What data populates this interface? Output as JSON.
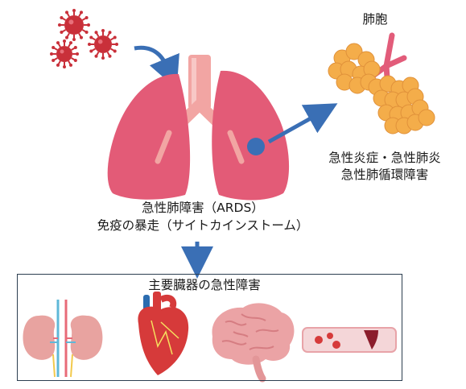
{
  "labels": {
    "alveoli": "肺胞",
    "lung_damage": "急性炎症・急性肺炎\n急性肺循環障害",
    "ards": "急性肺障害（ARDS）\n免疫の暴走（サイトカインストーム）",
    "organs_title": "主要臓器の急性障害"
  },
  "colors": {
    "virus": "#c9303a",
    "lung": "#e35b77",
    "trachea": "#f2a5a3",
    "arrow": "#3a6fb5",
    "alveoli": "#f4ad4a",
    "bronchiole": "#e25c7a",
    "box_border": "#2c3e50"
  },
  "icons": [
    "virus-icon",
    "lungs-icon",
    "alveoli-icon",
    "kidneys-icon",
    "heart-icon",
    "brain-icon",
    "blood-vessel-icon"
  ]
}
